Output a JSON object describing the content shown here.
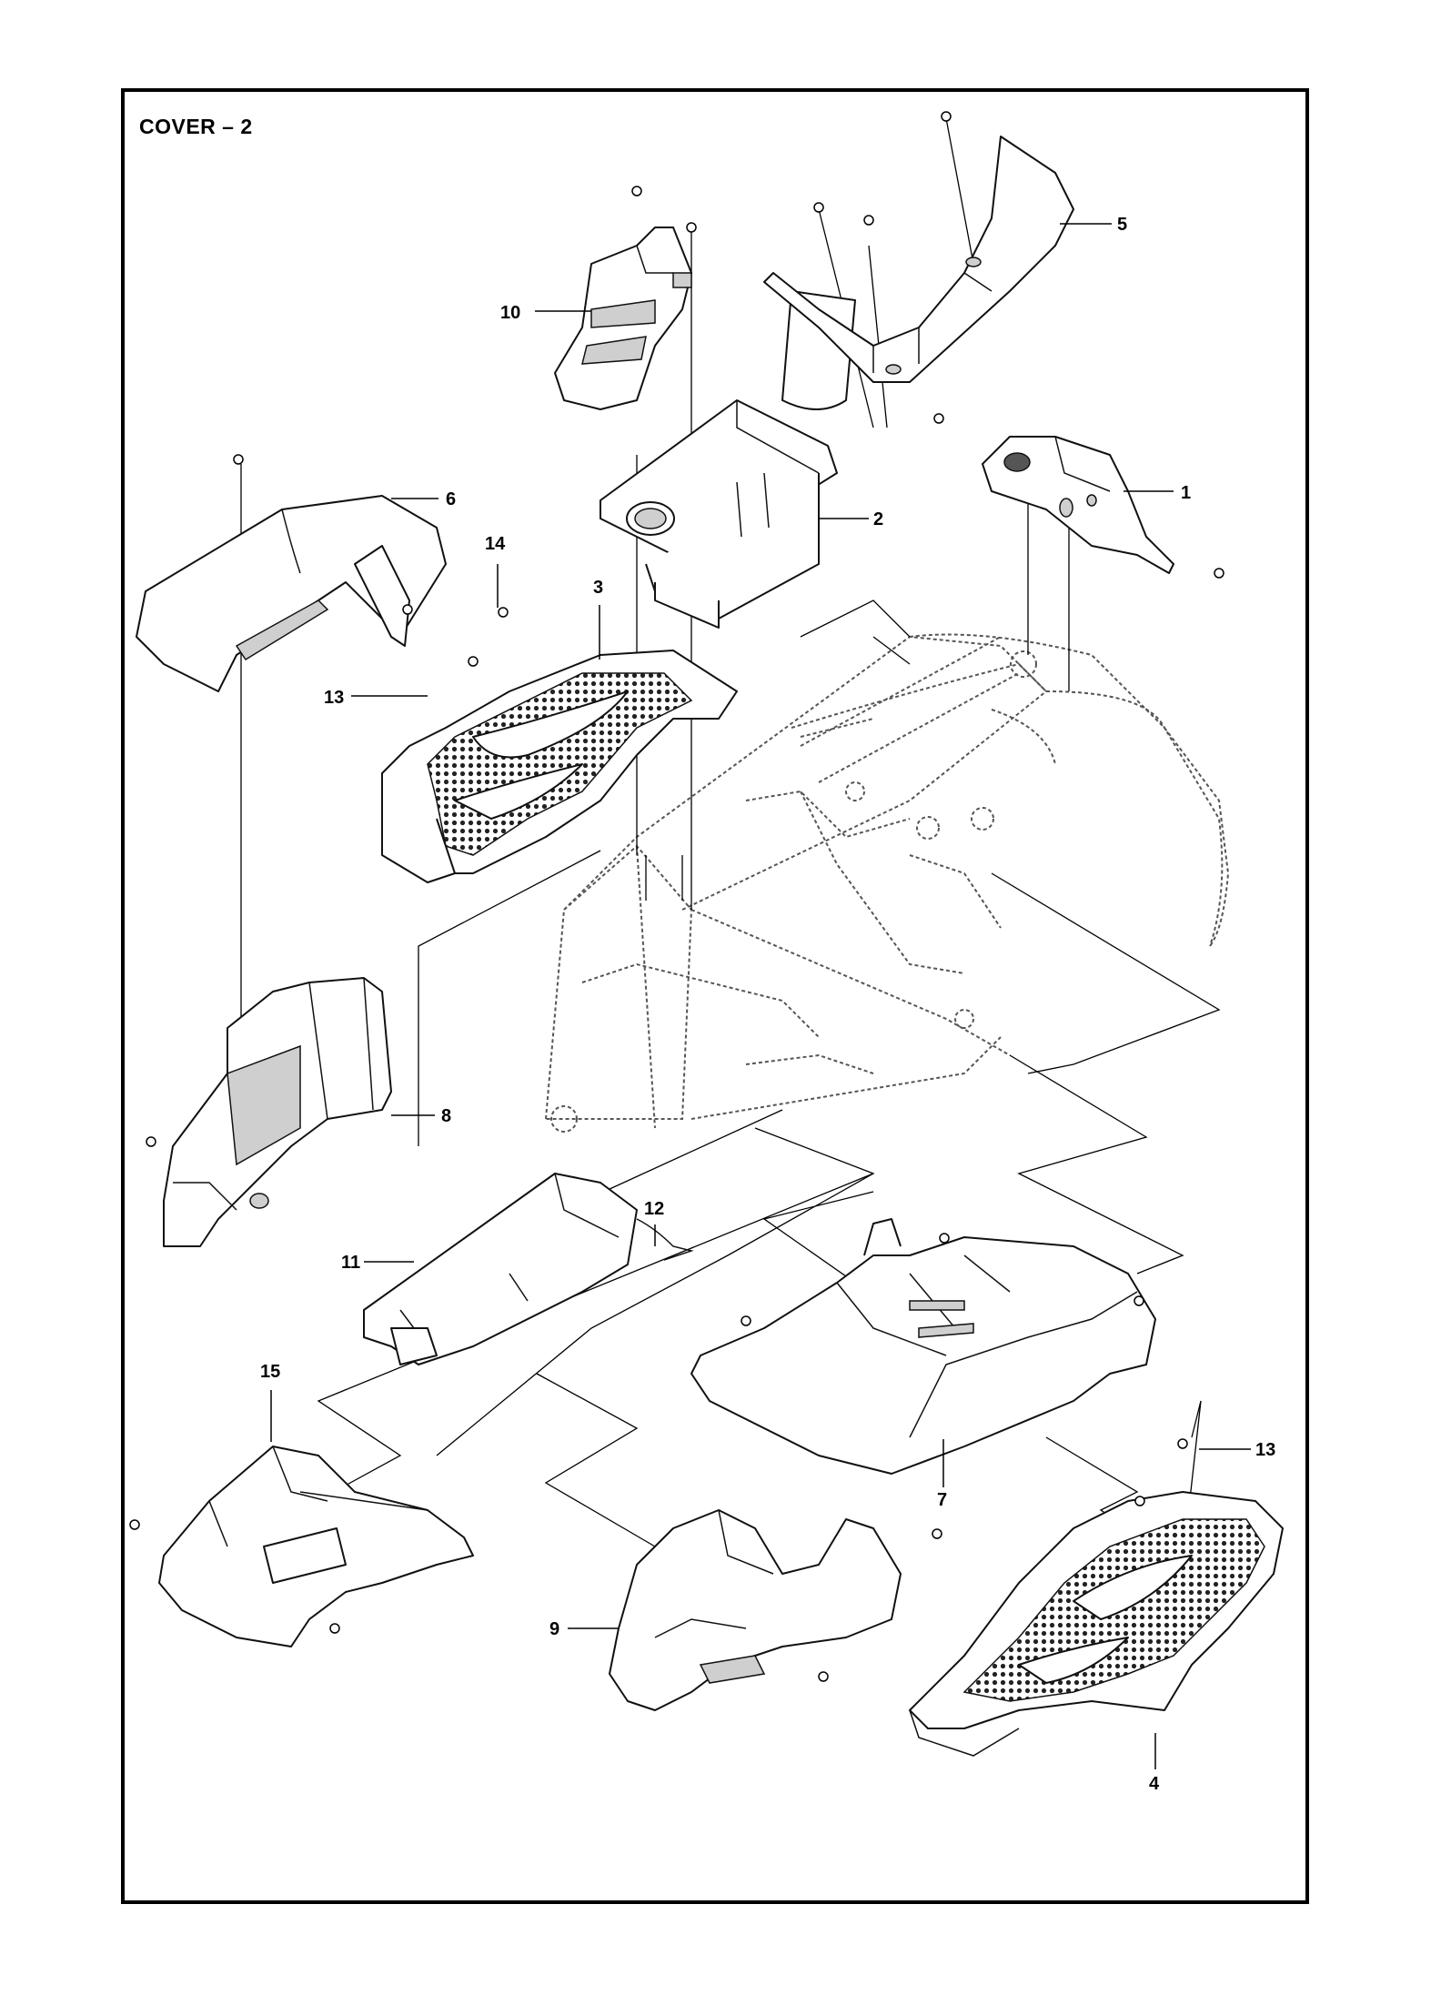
{
  "title": "COVER – 2",
  "callouts": [
    {
      "id": "1",
      "label": "1"
    },
    {
      "id": "2",
      "label": "2"
    },
    {
      "id": "3",
      "label": "3"
    },
    {
      "id": "4",
      "label": "4"
    },
    {
      "id": "5",
      "label": "5"
    },
    {
      "id": "6",
      "label": "6"
    },
    {
      "id": "7",
      "label": "7"
    },
    {
      "id": "8",
      "label": "8"
    },
    {
      "id": "9",
      "label": "9"
    },
    {
      "id": "10",
      "label": "10"
    },
    {
      "id": "11",
      "label": "11"
    },
    {
      "id": "12",
      "label": "12"
    },
    {
      "id": "13a",
      "label": "13"
    },
    {
      "id": "13b",
      "label": "13"
    },
    {
      "id": "14",
      "label": "14"
    },
    {
      "id": "15",
      "label": "15"
    }
  ]
}
